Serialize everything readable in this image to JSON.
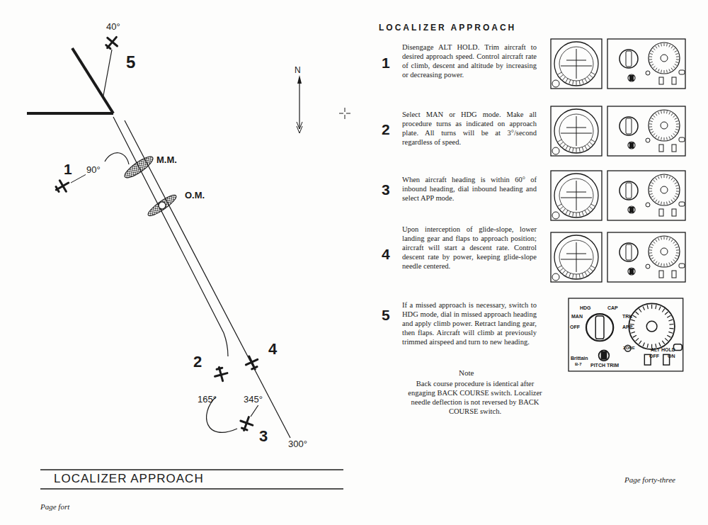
{
  "diagram": {
    "title": "LOCALIZER APPROACH",
    "labels": [
      "40°",
      "5",
      "N",
      "1",
      "90°",
      "M.M.",
      "O.M.",
      "2",
      "4",
      "165°",
      "345°",
      "3",
      "300°",
      "LOCALIZER APPROACH",
      "Page fort",
      "1",
      "Disengage ALT HOLD. Trim aircraft to desired approach speed. Control aircraft rate of climb, descent and altitude by increasing or decreasing power.",
      "2",
      "Select MAN or HDG mode. Make all procedure turns as indicated on approach plate. All turns will be at 3°/second regardless of speed.",
      "3",
      "When aircraft heading is within 60° of inbound heading, dial inbound heading and select APP mode.",
      "4",
      "Upon interception of glide-slope, lower landing gear and flaps to approach position; aircraft will start a descent rate. Control descent rate by power, keeping glide-slope needle centered.",
      "5",
      "If a missed approach is necessary, switch to HDG mode, dial in missed approach heading and apply climb power. Retract landing gear, then flaps. Aircraft will climb at previously trimmed airspeed and turn to new heading.",
      "Note",
      "Back course procedure is identical after engaging BACK COURSE switch. Localizer needle deflection is not reversed by BACK COURSE switch.",
      "Page forty-three",
      "HDG",
      "CAP",
      "MAN",
      "TRK",
      "OFF",
      "APP",
      "ZONE",
      "ALT HOLD",
      "OFF",
      "ON",
      "Brittain",
      "B-7",
      "PITCH TRIM"
    ]
  }
}
